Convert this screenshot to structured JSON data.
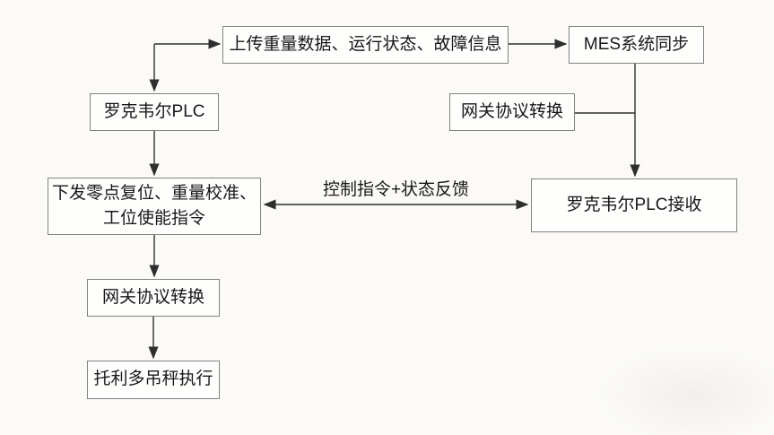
{
  "diagram": {
    "nodes": {
      "upload": "上传重量数据、运行状态、故障信息",
      "mes_sync": "MES系统同步",
      "rockwell_plc": "罗克韦尔PLC",
      "gateway_protocol_right": "网关协议转换",
      "send_commands": "下发零点复位、重量校准、\n工位使能指令",
      "rockwell_plc_receive": "罗克韦尔PLC接收",
      "gateway_protocol_left": "网关协议转换",
      "toledo_scale": "托利多吊秤执行"
    },
    "edge_labels": {
      "control_feedback": "控制指令+状态反馈"
    },
    "colors": {
      "background": "#fbfaf7",
      "box_fill": "#fefefd",
      "box_border": "#828282",
      "line": "#2e2e2e",
      "text": "#181818"
    }
  }
}
